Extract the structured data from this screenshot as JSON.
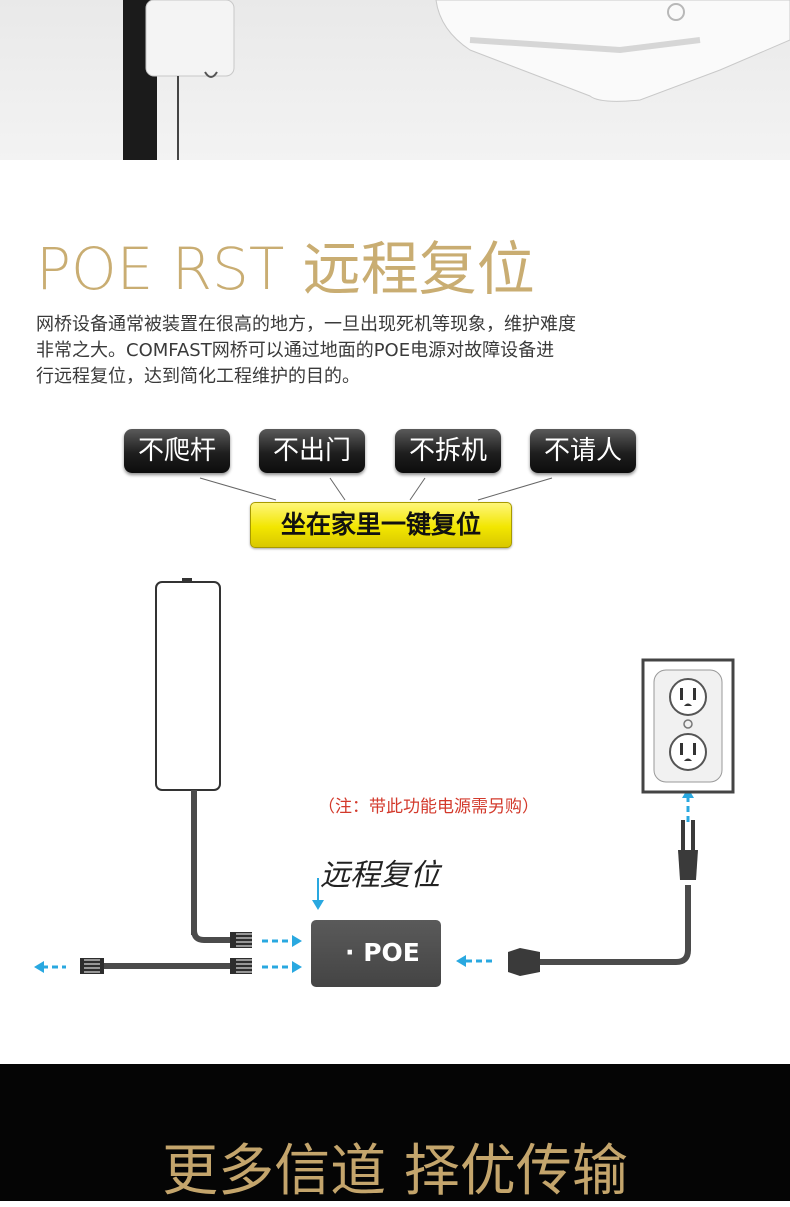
{
  "section": {
    "title": "POE RST 远程复位",
    "description_lines": [
      "网桥设备通常被装置在很高的地方，一旦出现死机等现象，维护难度",
      "非常之大。COMFAST网桥可以通过地面的POE电源对故障设备进",
      "行远程复位，达到简化工程维护的目的。"
    ]
  },
  "tags": [
    "不爬杆",
    "不出门",
    "不拆机",
    "不请人"
  ],
  "slogan": "坐在家里一键复位",
  "diagram": {
    "note": "（注：带此功能电源需另购）",
    "reset_label": "远程复位",
    "poe_label": "· POE"
  },
  "footer": {
    "title": "更多信道 择优传输"
  },
  "colors": {
    "gold": "#c9ad72",
    "note_red": "#d33a2c",
    "arrow_blue": "#29a8e0",
    "slogan_yellow": "#f2e600",
    "footer_bg": "#050505"
  }
}
